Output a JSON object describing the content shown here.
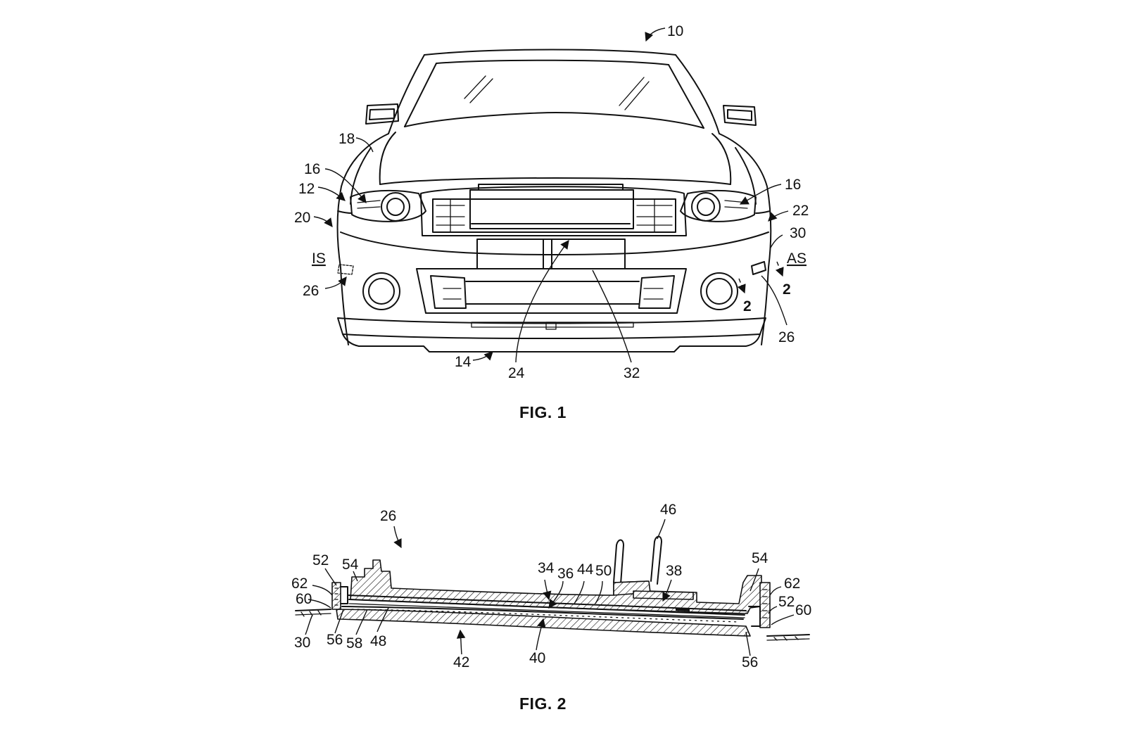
{
  "figure1": {
    "caption": "FIG. 1",
    "labels": {
      "r10": "10",
      "r18": "18",
      "r16_left": "16",
      "r16_right": "16",
      "r12": "12",
      "r20": "20",
      "r22": "22",
      "r30": "30",
      "r_is": "IS",
      "r_as": "AS",
      "r26_left": "26",
      "r26_right": "26",
      "r2_left": "2",
      "r2_right": "2",
      "r14": "14",
      "r24": "24",
      "r32": "32"
    }
  },
  "figure2": {
    "caption": "FIG. 2",
    "labels": {
      "r26": "26",
      "r46": "46",
      "r52_left": "52",
      "r54_left": "54",
      "r62_left": "62",
      "r60_left": "60",
      "r30": "30",
      "r56_left": "56",
      "r58": "58",
      "r48": "48",
      "r34": "34",
      "r36": "36",
      "r44": "44",
      "r50": "50",
      "r38": "38",
      "r54_right": "54",
      "r62_right": "62",
      "r52_right": "52",
      "r60_right": "60",
      "r42": "42",
      "r40": "40",
      "r56_right": "56"
    }
  }
}
